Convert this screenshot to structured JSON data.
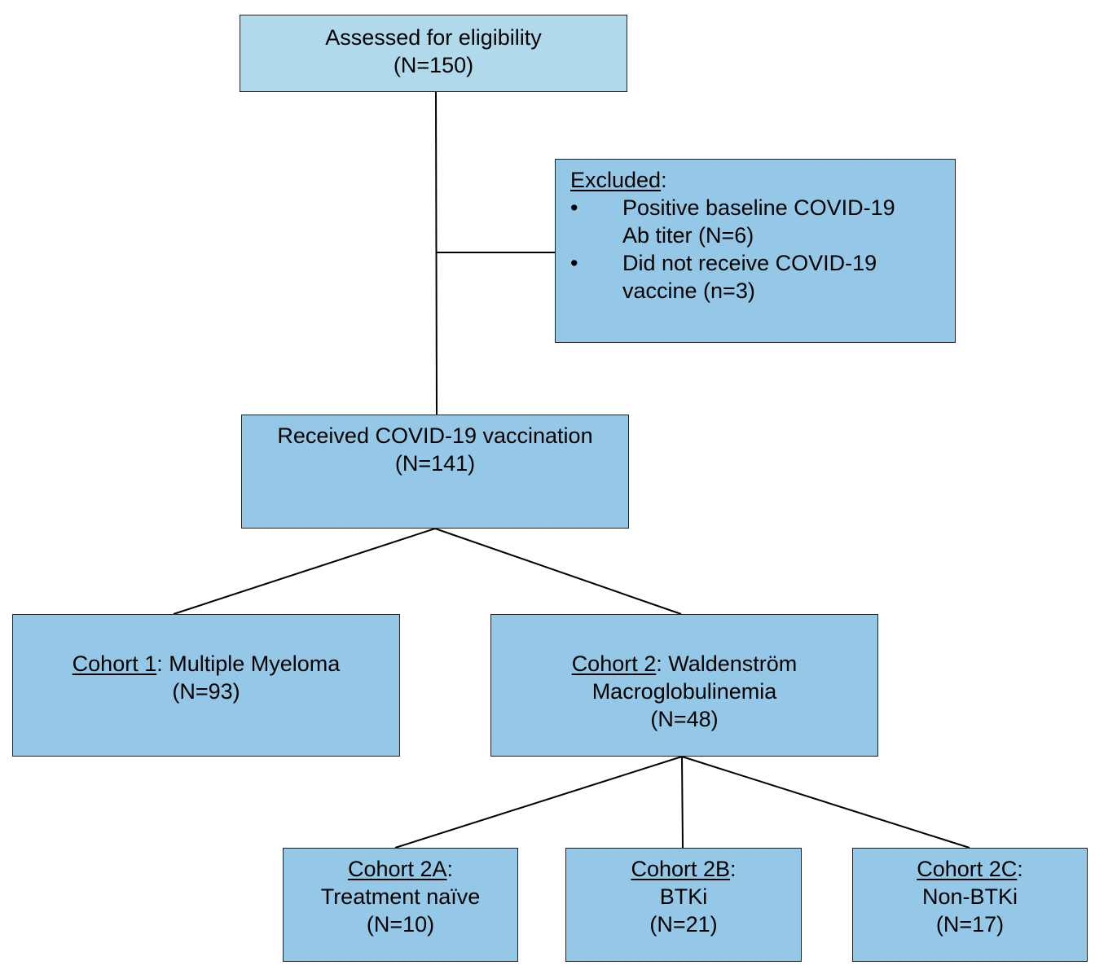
{
  "colors": {
    "top_box_fill": "#b1d9ec",
    "box_fill": "#95c8e6",
    "border": "#222222",
    "connector": "#000000",
    "text": "#000000"
  },
  "assessed": {
    "title": "Assessed for eligibility",
    "count": "(N=150)"
  },
  "excluded": {
    "heading": "Excluded",
    "heading_suffix": ":",
    "bullet_glyph": "•",
    "items": [
      {
        "line1": "Positive baseline COVID-19",
        "line2": "Ab titer (N=6)"
      },
      {
        "line1": "Did not receive COVID-19",
        "line2": "vaccine (n=3)"
      }
    ]
  },
  "received": {
    "title": "Received COVID-19 vaccination",
    "count": "(N=141)"
  },
  "cohort1": {
    "label": "Cohort 1",
    "suffix": ": Multiple Myeloma",
    "count": "(N=93)"
  },
  "cohort2": {
    "label": "Cohort 2",
    "suffix": ": Waldenström",
    "line2": "Macroglobulinemia",
    "count": "(N=48)"
  },
  "cohort2a": {
    "label": "Cohort 2A",
    "suffix": ":",
    "desc": "Treatment naïve",
    "count": "(N=10)"
  },
  "cohort2b": {
    "label": "Cohort 2B",
    "suffix": ":",
    "desc": "BTKi",
    "count": "(N=21)"
  },
  "cohort2c": {
    "label": "Cohort 2C",
    "suffix": ":",
    "desc": "Non-BTKi",
    "count": "(N=17)"
  }
}
